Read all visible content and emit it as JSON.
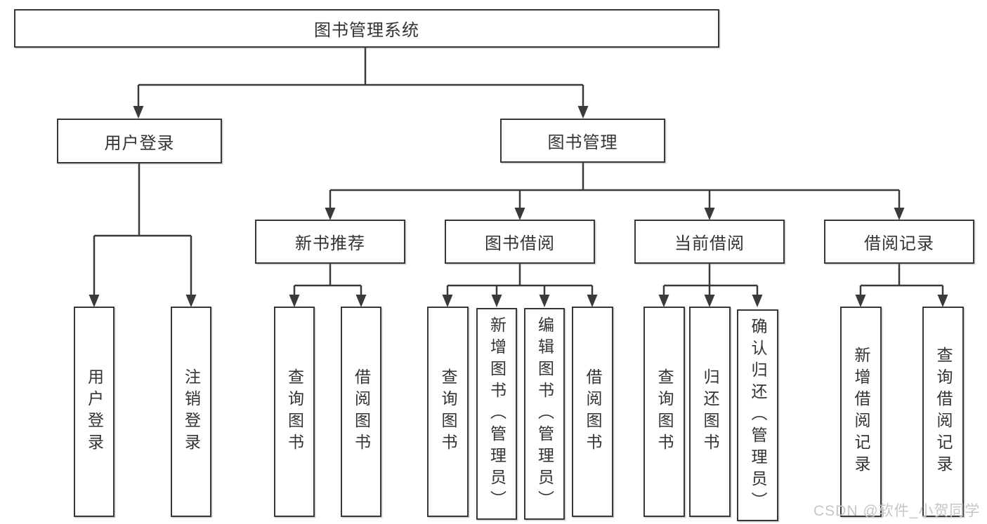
{
  "diagram": {
    "title": "图书管理系统",
    "level2": [
      {
        "label": "用户登录"
      },
      {
        "label": "图书管理"
      }
    ],
    "level3": [
      {
        "label": "新书推荐",
        "parent": "图书管理"
      },
      {
        "label": "图书借阅",
        "parent": "图书管理"
      },
      {
        "label": "当前借阅",
        "parent": "图书管理"
      },
      {
        "label": "借阅记录",
        "parent": "图书管理"
      }
    ],
    "leaves": [
      {
        "label": "用户登录",
        "parent": "用户登录"
      },
      {
        "label": "注销登录",
        "parent": "用户登录"
      },
      {
        "label": "查询图书",
        "parent": "新书推荐"
      },
      {
        "label": "借阅图书",
        "parent": "新书推荐"
      },
      {
        "label": "查询图书",
        "parent": "图书借阅"
      },
      {
        "label": "新增图书（管理员）",
        "parent": "图书借阅"
      },
      {
        "label": "编辑图书（管理员）",
        "parent": "图书借阅"
      },
      {
        "label": "借阅图书",
        "parent": "图书借阅"
      },
      {
        "label": "查询图书",
        "parent": "当前借阅"
      },
      {
        "label": "归还图书",
        "parent": "当前借阅"
      },
      {
        "label": "确认归还（管理员）",
        "parent": "当前借阅"
      },
      {
        "label": "新增借阅记录",
        "parent": "借阅记录"
      },
      {
        "label": "查询借阅记录",
        "parent": "借阅记录"
      }
    ]
  },
  "watermark": {
    "text": "CSDN @软件_小贺同学"
  },
  "colors": {
    "line": "#3a3a3a",
    "border": "#383838",
    "text": "#333333",
    "background": "#ffffff",
    "watermark": "#c6c6c6"
  }
}
